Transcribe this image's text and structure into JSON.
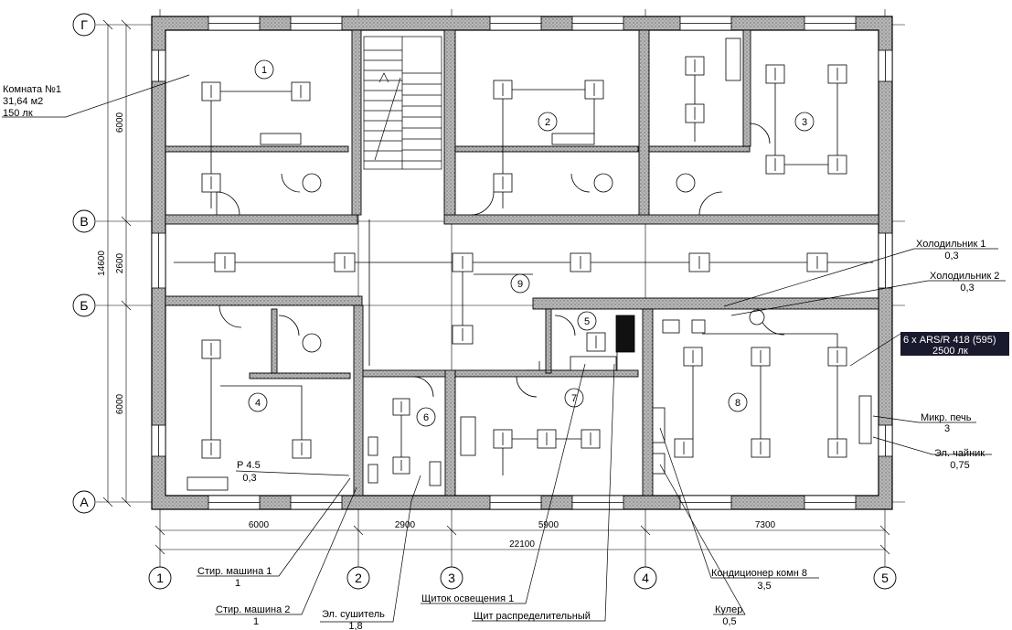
{
  "axes": {
    "rows": [
      "Г",
      "В",
      "Б",
      "А"
    ],
    "cols": [
      "1",
      "2",
      "3",
      "4",
      "5"
    ]
  },
  "dims": {
    "left": [
      "6000",
      "2600",
      "6000"
    ],
    "total_left": "14600",
    "bottom": [
      "6000",
      "2900",
      "5900",
      "7300"
    ],
    "total_bottom": "22100"
  },
  "rooms": [
    "1",
    "2",
    "3",
    "4",
    "5",
    "6",
    "7",
    "8",
    "9"
  ],
  "callouts": {
    "room1": {
      "name": "Комната №1",
      "area": "31,64 м2",
      "lux": "150 лк"
    },
    "fridge1": {
      "name": "Холодильник 1",
      "value": "0,3"
    },
    "fridge2": {
      "name": "Холодильник 2",
      "value": "0,3"
    },
    "lamp": {
      "name": "6 х ARS/R 418 (595)",
      "lux": "2500 лк"
    },
    "microwave": {
      "name": "Микр. печь",
      "value": "3"
    },
    "kettle": {
      "name": "Эл. чайник",
      "value": "0,75"
    },
    "r45": {
      "name": "Р 4.5",
      "value": "0,3"
    },
    "washer1": {
      "name": "Стир. машина 1",
      "value": "1"
    },
    "washer2": {
      "name": "Стир. машина 2",
      "value": "1"
    },
    "dryer": {
      "name": "Эл. сушитель",
      "value": "1,8"
    },
    "light_panel": {
      "name": "Щиток освещения 1"
    },
    "dist_panel": {
      "name": "Щит распределительный"
    },
    "ac": {
      "name": "Кондиционер комн 8",
      "value": "3,5"
    },
    "cooler": {
      "name": "Кулер",
      "value": "0,5"
    }
  },
  "colors": {
    "line": "#000000",
    "wall_fill": "#9a9a9a",
    "highlight": "#1a1a2e"
  }
}
